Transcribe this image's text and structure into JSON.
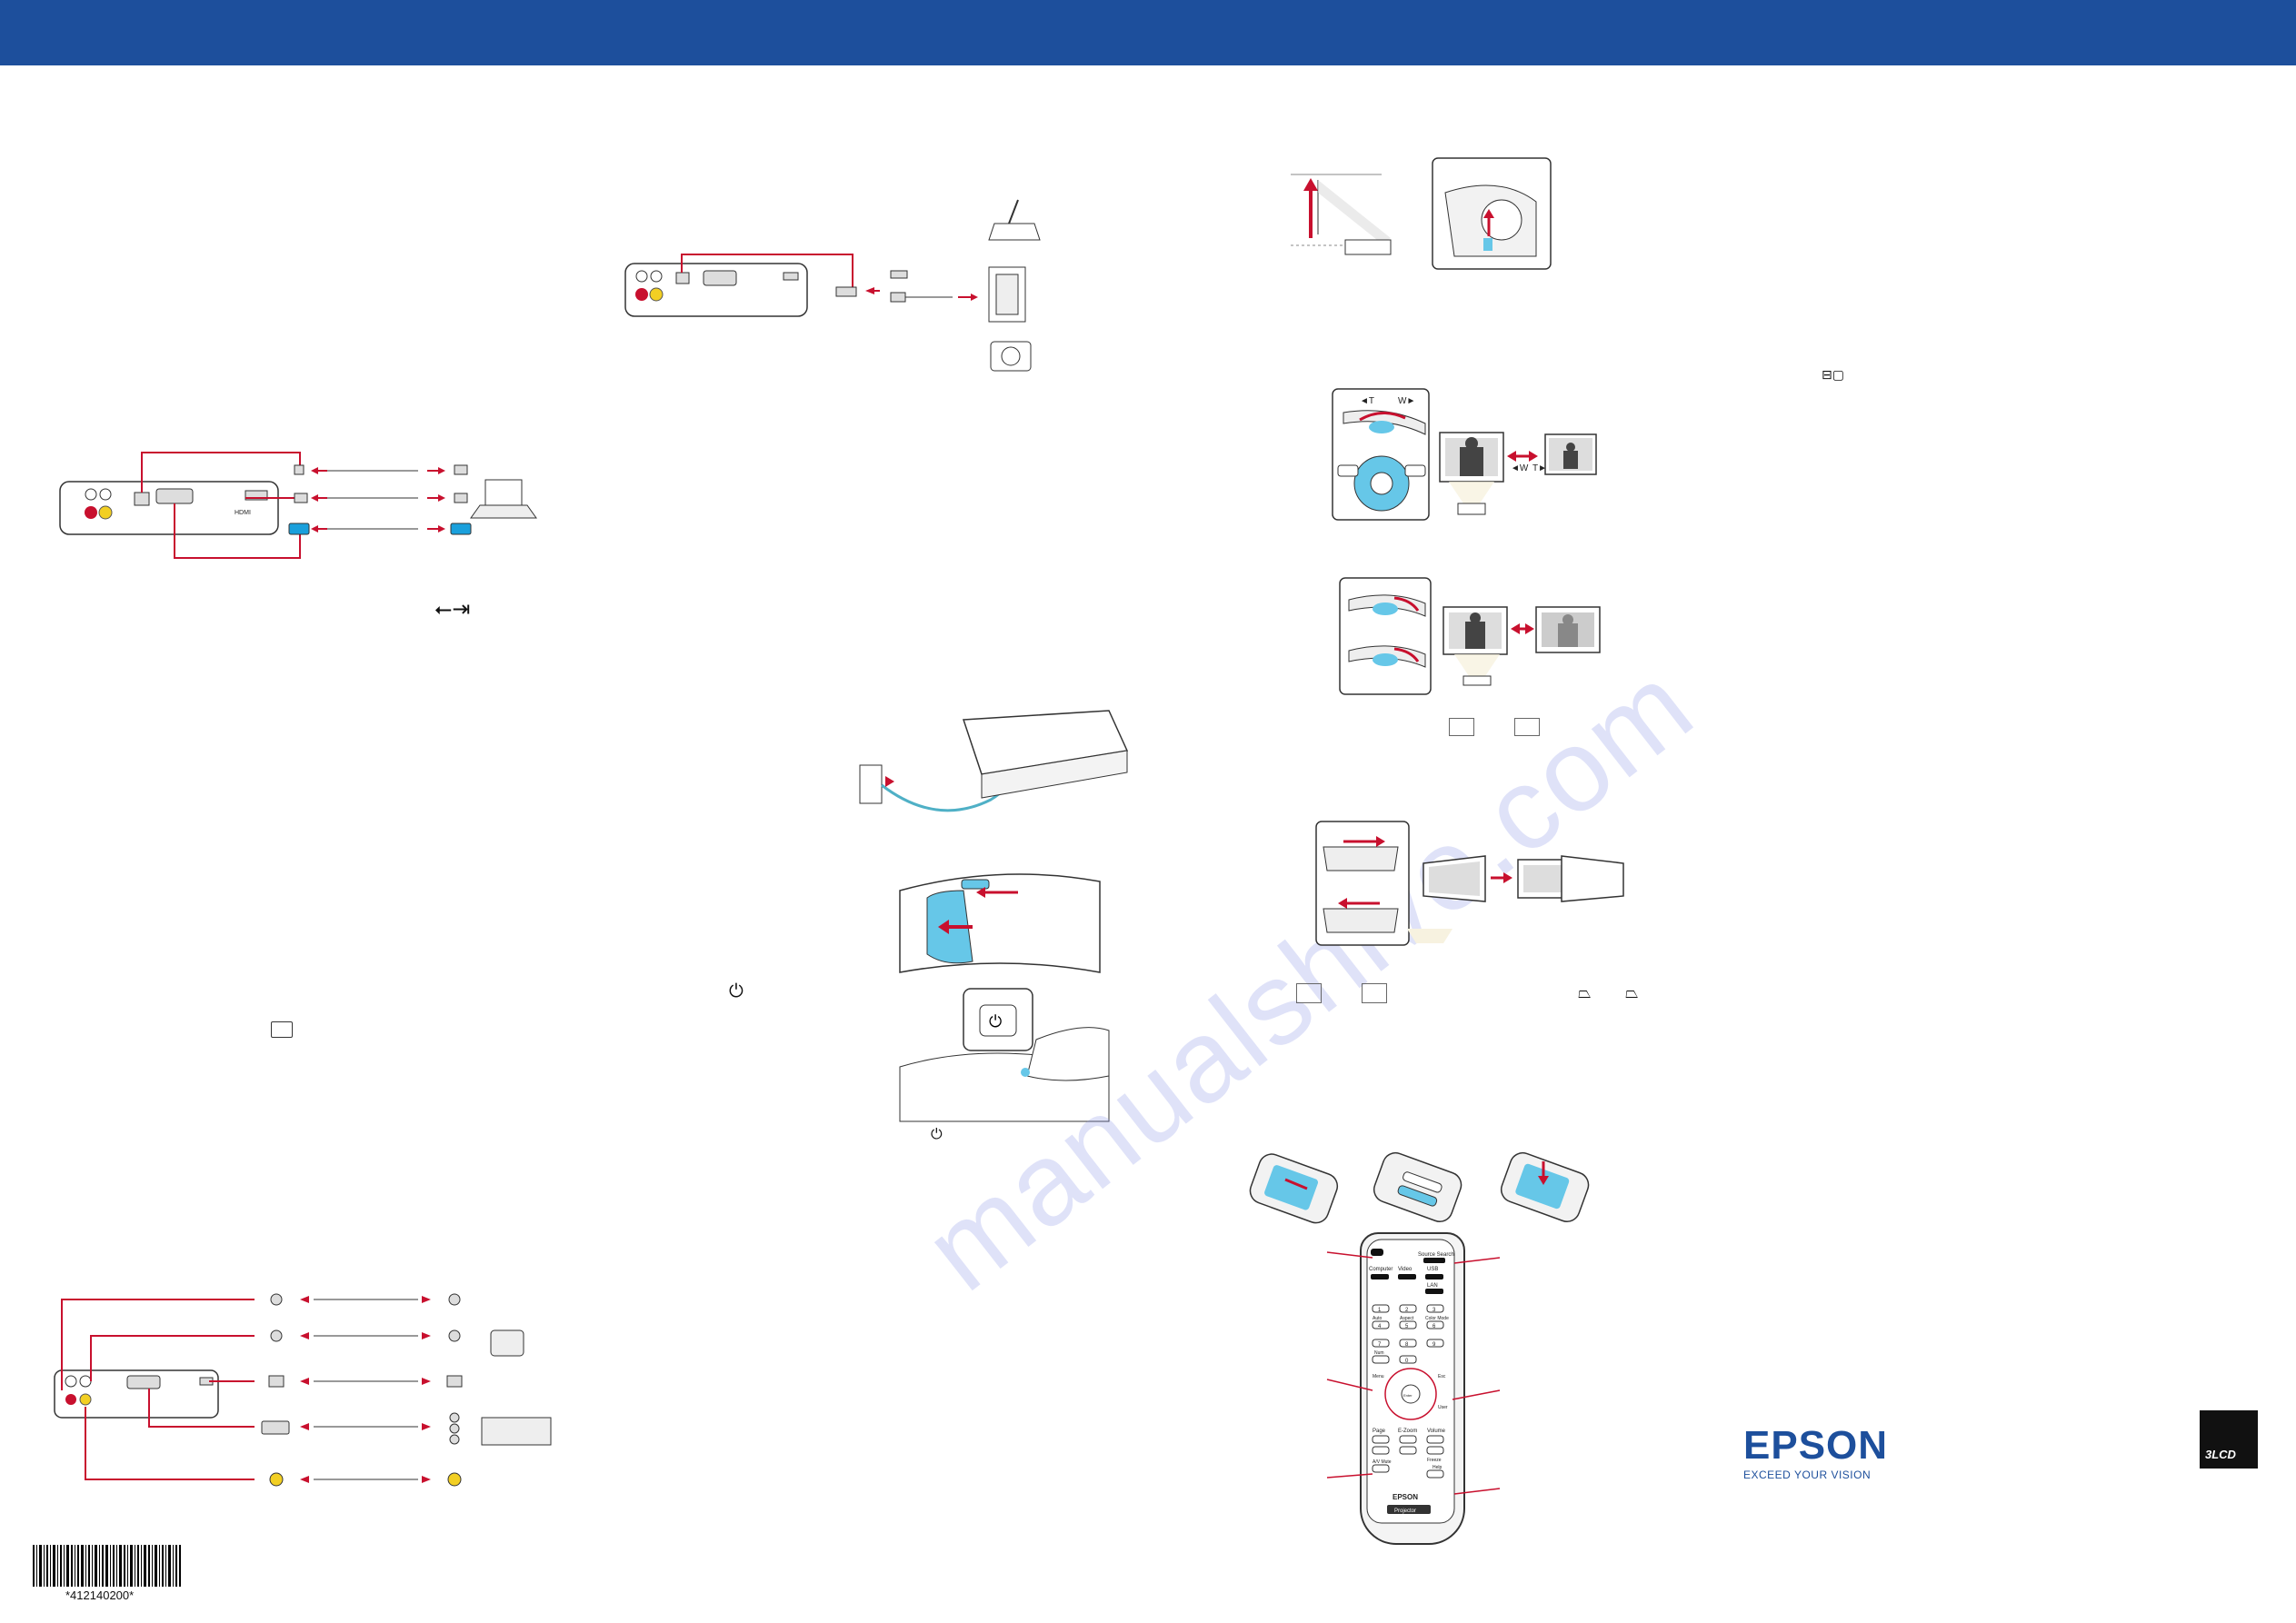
{
  "header": {
    "color": "#1d4f9c"
  },
  "watermark": {
    "text": "manualshive.com"
  },
  "barcode": {
    "number": "*412140200*"
  },
  "remote": {
    "keys": {
      "power": "",
      "source_search": "Source Search",
      "computer": "Computer",
      "video": "Video",
      "usb": "USB",
      "lan": "LAN",
      "num1": "1",
      "num2": "2",
      "num3": "3",
      "auto": "Auto",
      "aspect": "Aspect",
      "color_mode": "Color Mode",
      "num4": "4",
      "num5": "5",
      "num6": "6",
      "num7": "7",
      "num8": "8",
      "num9": "9",
      "num_key": "Num",
      "num0": "0",
      "menu": "Menu",
      "esc": "Esc",
      "enter": "Enter",
      "user": "User",
      "page": "Page",
      "ezoom": "E-Zoom",
      "volume": "Volume",
      "av_mute": "A/V Mute",
      "freeze": "Freeze",
      "help": "Help",
      "brand": "EPSON",
      "model": "Projector"
    }
  },
  "zoom_diagram": {
    "t_label": "◄T",
    "w_label": "W►",
    "w_left": "◄W",
    "t_right": "T►"
  },
  "projector_ports": {
    "hdmi_label": "HDMI"
  },
  "brand": {
    "name": "EPSON",
    "tagline": "EXCEED YOUR VISION",
    "lcd_badge": "3LCD"
  }
}
